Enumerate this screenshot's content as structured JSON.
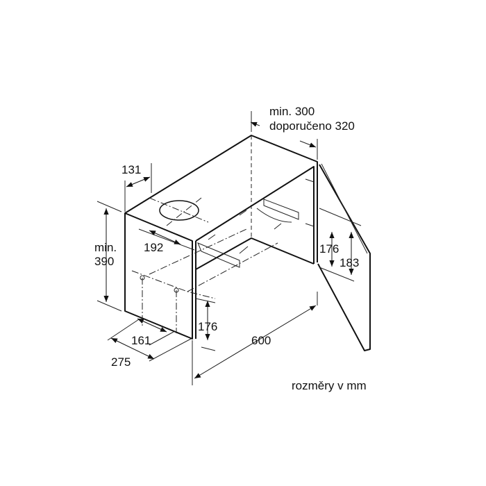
{
  "diagram": {
    "dimensions": {
      "top_depth": "131",
      "height_min_label": "min.",
      "height_min_value": "390",
      "duct_offset": "192",
      "bottom_hole_offset": "161",
      "depth": "275",
      "front_hole_height": "176",
      "width": "600",
      "door_hole_height": "176",
      "door_height": "183",
      "door_clearance_min": "min. 300",
      "door_clearance_recommended": "doporučeno 320"
    },
    "units_note": "rozměry v mm"
  }
}
